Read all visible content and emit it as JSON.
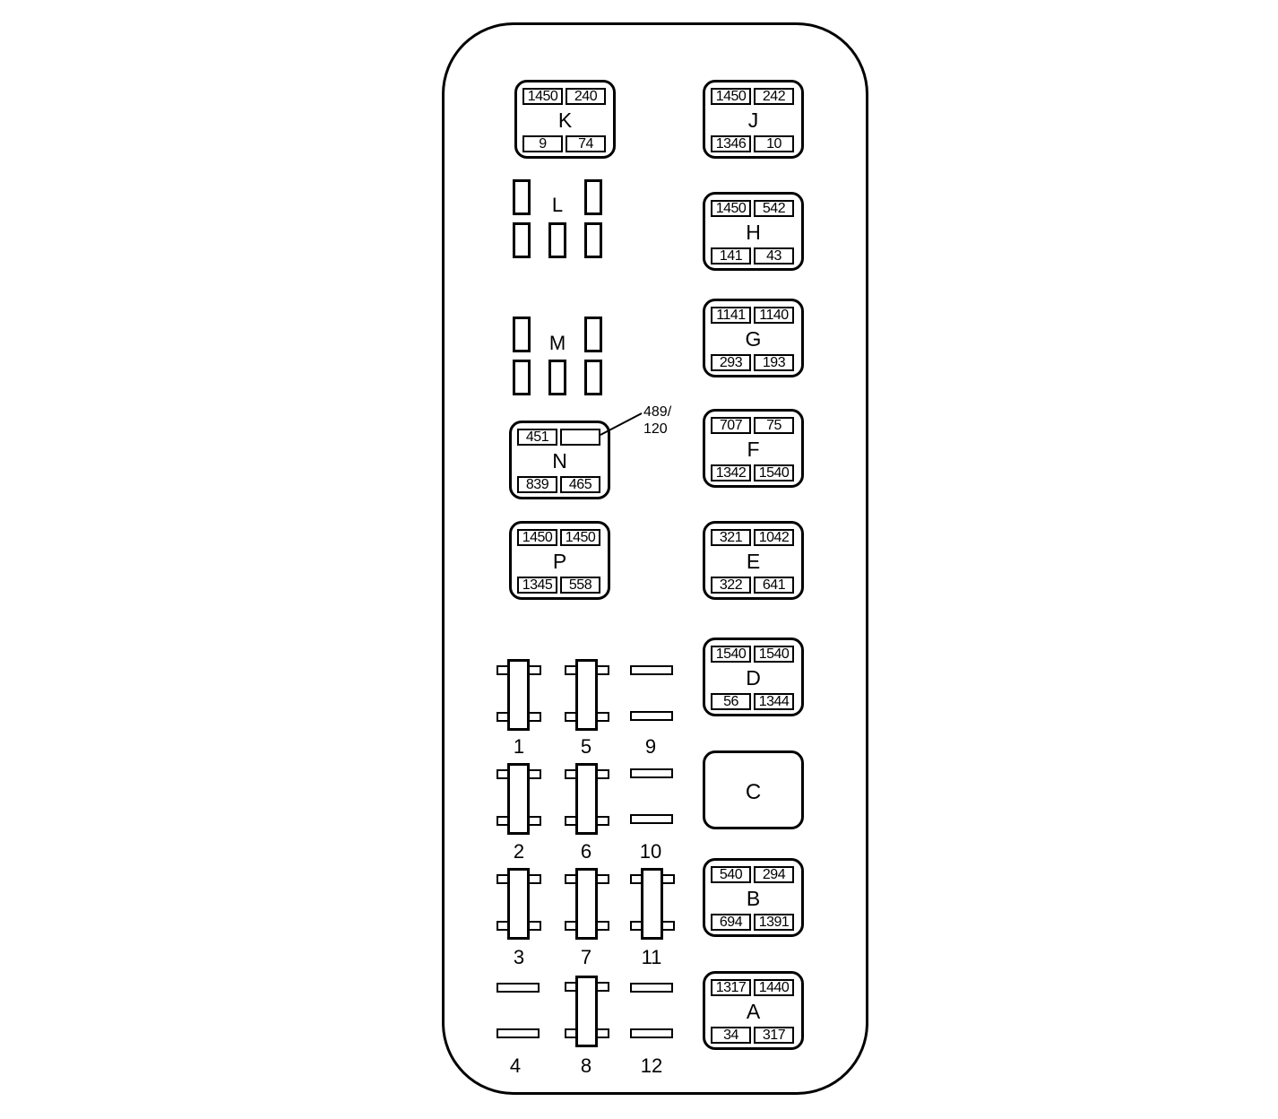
{
  "relays": {
    "K": {
      "label": "K",
      "tl": "1450",
      "tr": "240",
      "bl": "9",
      "br": "74"
    },
    "J": {
      "label": "J",
      "tl": "1450",
      "tr": "242",
      "bl": "1346",
      "br": "10"
    },
    "H": {
      "label": "H",
      "tl": "1450",
      "tr": "542",
      "bl": "141",
      "br": "43"
    },
    "G": {
      "label": "G",
      "tl": "1141",
      "tr": "1140",
      "bl": "293",
      "br": "193"
    },
    "F": {
      "label": "F",
      "tl": "707",
      "tr": "75",
      "bl": "1342",
      "br": "1540"
    },
    "N": {
      "label": "N",
      "tl": "451",
      "tr": "",
      "bl": "839",
      "br": "465"
    },
    "E": {
      "label": "E",
      "tl": "321",
      "tr": "1042",
      "bl": "322",
      "br": "641"
    },
    "P": {
      "label": "P",
      "tl": "1450",
      "tr": "1450",
      "bl": "1345",
      "br": "558"
    },
    "D": {
      "label": "D",
      "tl": "1540",
      "tr": "1540",
      "bl": "56",
      "br": "1344"
    },
    "C": {
      "label": "C"
    },
    "B": {
      "label": "B",
      "tl": "540",
      "tr": "294",
      "bl": "694",
      "br": "1391"
    },
    "A": {
      "label": "A",
      "tl": "1317",
      "tr": "1440",
      "bl": "34",
      "br": "317"
    }
  },
  "groups": {
    "L": "L",
    "M": "M"
  },
  "callout": {
    "line1": "489/",
    "line2": "120"
  },
  "fuses": [
    "1",
    "2",
    "3",
    "4",
    "5",
    "6",
    "7",
    "8",
    "9",
    "10",
    "11",
    "12"
  ]
}
